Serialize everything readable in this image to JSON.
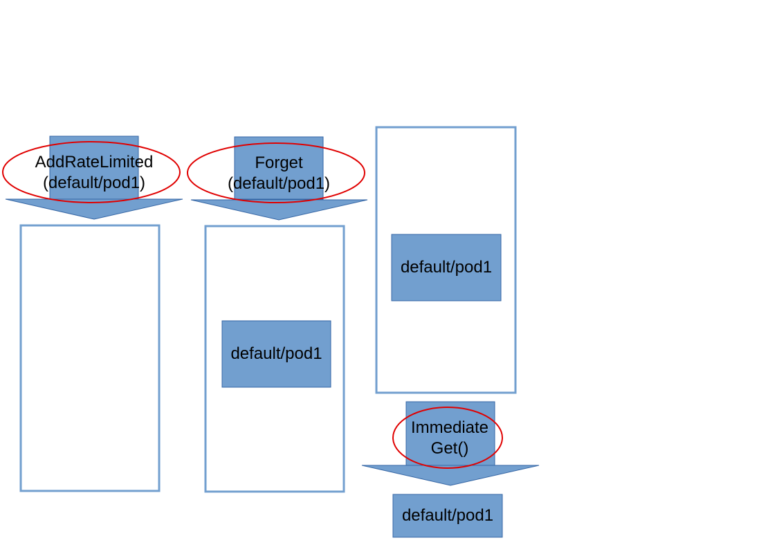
{
  "colors": {
    "box_fill": "#729fcf",
    "box_stroke": "#3465a4",
    "ellipse_stroke": "#e00000"
  },
  "steps": [
    {
      "op_line1": "AddRateLimited",
      "op_line2": "(default/pod1)",
      "queue_item": ""
    },
    {
      "op_line1": "Forget",
      "op_line2": "(default/pod1)",
      "queue_item": "default/pod1"
    },
    {
      "queue_item": "default/pod1",
      "op_line1": "Immediate",
      "op_line2": "Get()",
      "output_item": "default/pod1"
    }
  ]
}
